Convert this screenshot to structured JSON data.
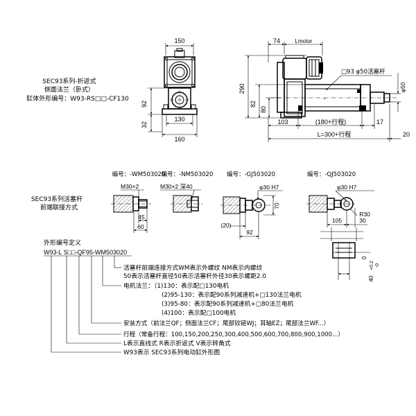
{
  "top_view": {
    "title_line1": "SEC93系列-折返式",
    "title_line2": "侧面法兰（卧式）",
    "title_line3": "缸体外形编号：W93-RS□□-CF130"
  },
  "front_dims": {
    "width_top": "150",
    "height_92": "92",
    "height_32": "32",
    "width_130": "130",
    "width_160": "160"
  },
  "side_dims": {
    "d74": "74",
    "lmotor": "Lmotor",
    "h290": "290",
    "h82": "82",
    "h80": "80",
    "w103": "103",
    "stroke_label": "(180+行程)",
    "d17": "17",
    "total_label": "L=300+行程",
    "d20": "20",
    "rod_label": "□93 φ50活塞杆",
    "dia50": "φ50"
  },
  "rod_ends": {
    "title_line1": "SEC93系列活塞杆",
    "title_line2": "前端联接方式",
    "wm": {
      "code": "编号：-WM503020",
      "thread": "M30×2",
      "d45": "45",
      "d60": "60"
    },
    "nm": {
      "code": "编号：-NM503020",
      "thread": "M30×2 深40"
    },
    "gj": {
      "code": "编号：-GJ503020",
      "hole": "φ30 H7",
      "d70": "70",
      "d20": "(20)",
      "d92": "92"
    },
    "qj": {
      "code": "编号：-QJ503020",
      "hole": "φ30 H7",
      "r30": "R30",
      "d105": "105",
      "d30": "30"
    },
    "pin_dims": {
      "d40": "40",
      "tol": "+0.2",
      "tol2": "-0",
      "d0": "0"
    }
  },
  "code_def": {
    "title": "外形编号定义",
    "code": "W93-L S□□-QF95-WM503020",
    "lines": [
      "活塞杆前端连接方式WM表示外螺纹 NM表示内螺纹",
      "50表示活塞杆直径50表示活塞杆外径30表示螺距2.0",
      "电机法兰：（1)130：表示配□130电机",
      "(2)95-130：表示配90系列减速机+□130法兰电机",
      "(3)95-80：表示配90系列减速机+□80法兰电机",
      "(4)100：表示配□100电机",
      "安装方式（前法兰QF；侧面法兰CF；尾部铰链WJ；耳轴EZ；尾部法兰WF...）",
      "行程（常备行程：100,150,200,250,300,400,500,600,700,800,900,1000...）",
      "L表示直线式 R表示折返式 V表示转角式",
      "W93表示 SEC93系列电动缸外形图"
    ]
  }
}
